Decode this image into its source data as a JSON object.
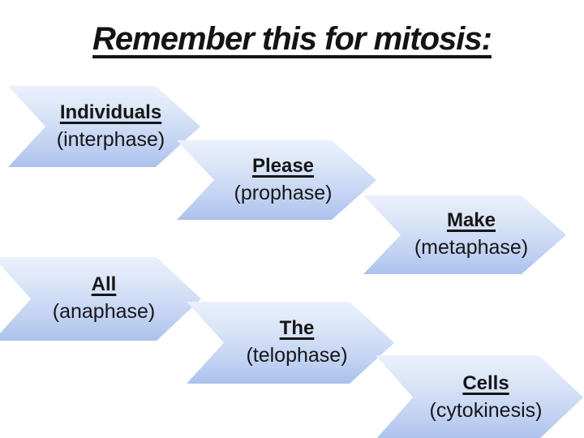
{
  "slide": {
    "title": "Remember this for mitosis:",
    "background_color": "#ffffff",
    "title_color": "#141414",
    "arrow_gradient_top": "#ebf0fc",
    "arrow_gradient_bottom": "#abc2ed",
    "text_color": "#161616"
  },
  "mnemonic": {
    "items": [
      {
        "word": "Individuals",
        "phase": "(interphase)"
      },
      {
        "word": "Please",
        "phase": "(prophase)"
      },
      {
        "word": "Make",
        "phase": "(metaphase)"
      },
      {
        "word": "All",
        "phase": "(anaphase)"
      },
      {
        "word": "The",
        "phase": "(telophase)"
      },
      {
        "word": "Cells",
        "phase": "(cytokinesis)"
      }
    ]
  }
}
